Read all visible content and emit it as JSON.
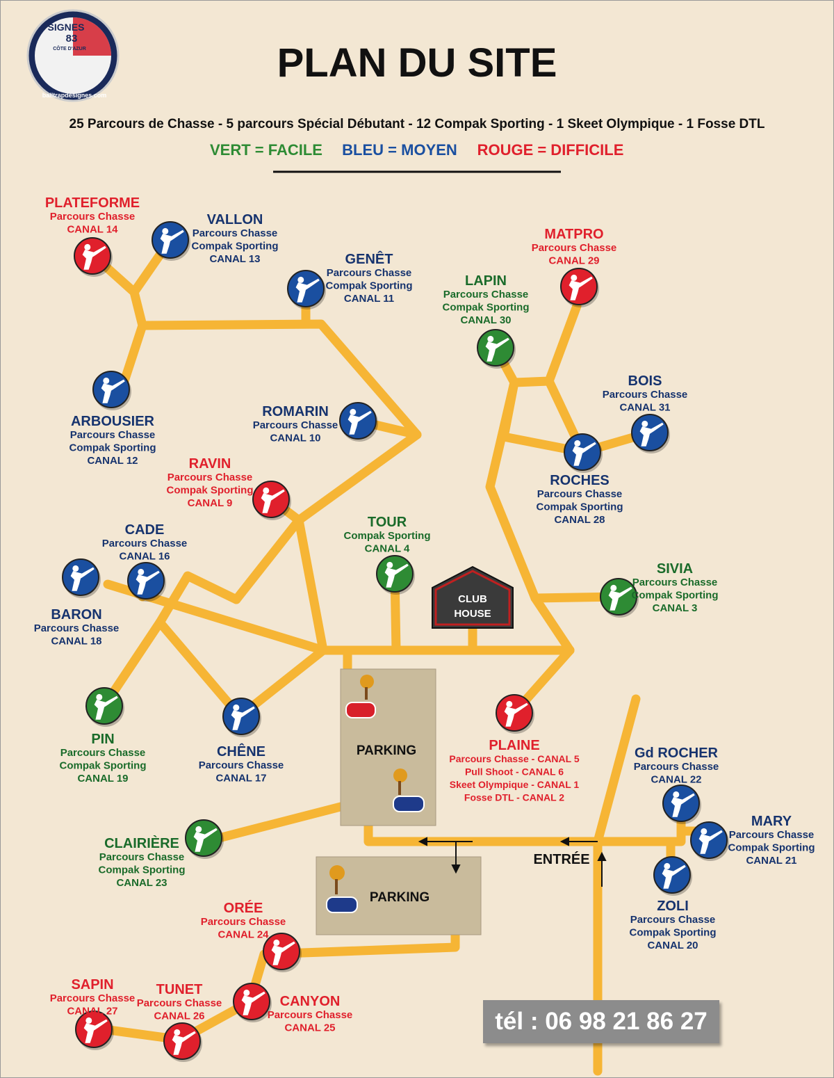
{
  "title": "PLAN DU SITE",
  "subtitle": "25 Parcours de Chasse - 5 parcours Spécial Débutant -  12 Compak Sporting - 1 Skeet Olympique - 1 Fosse DTL",
  "legend": {
    "easy": "VERT = FACILE",
    "medium": "BLEU = MOYEN",
    "hard": "ROUGE = DIFFICILE",
    "colors": {
      "green": "#2e8b34",
      "blue": "#1a4fa0",
      "red": "#e0202c"
    }
  },
  "logo": {
    "line1": "SIGNES",
    "line2": "83",
    "line3": "CÔTE D'AZUR",
    "url": "balltrapdesignes.com"
  },
  "club_house": {
    "line1": "CLUB",
    "line2": "HOUSE"
  },
  "parking": [
    "PARKING",
    "PARKING"
  ],
  "entrance": "ENTRÉE",
  "phone": "tél : 06 98 21 86 27",
  "stations": [
    {
      "name": "PLATEFORME",
      "difficulty": "red",
      "lines": [
        "Parcours Chasse",
        "CANAL 14"
      ]
    },
    {
      "name": "VALLON",
      "difficulty": "blue",
      "lines": [
        "Parcours Chasse",
        "Compak Sporting",
        "CANAL 13"
      ]
    },
    {
      "name": "GENÊT",
      "difficulty": "blue",
      "lines": [
        "Parcours Chasse",
        "Compak Sporting",
        "CANAL 11"
      ]
    },
    {
      "name": "LAPIN",
      "difficulty": "green",
      "lines": [
        "Parcours Chasse",
        "Compak Sporting",
        "CANAL 30"
      ]
    },
    {
      "name": "MATPRO",
      "difficulty": "red",
      "lines": [
        "Parcours Chasse",
        "CANAL 29"
      ]
    },
    {
      "name": "ARBOUSIER",
      "difficulty": "blue",
      "lines": [
        "Parcours Chasse",
        "Compak Sporting",
        "CANAL 12"
      ]
    },
    {
      "name": "ROMARIN",
      "difficulty": "blue",
      "lines": [
        "Parcours Chasse",
        "CANAL 10"
      ]
    },
    {
      "name": "BOIS",
      "difficulty": "blue",
      "lines": [
        "Parcours Chasse",
        "CANAL 31"
      ]
    },
    {
      "name": "ROCHES",
      "difficulty": "blue",
      "lines": [
        "Parcours Chasse",
        "Compak Sporting",
        "CANAL 28"
      ]
    },
    {
      "name": "RAVIN",
      "difficulty": "red",
      "lines": [
        "Parcours Chasse",
        "Compak Sporting",
        "CANAL 9"
      ]
    },
    {
      "name": "CADE",
      "difficulty": "blue",
      "lines": [
        "Parcours Chasse",
        "CANAL 16"
      ]
    },
    {
      "name": "TOUR",
      "difficulty": "green",
      "lines": [
        "Compak Sporting",
        "CANAL 4"
      ]
    },
    {
      "name": "SIVIA",
      "difficulty": "green",
      "lines": [
        "Parcours Chasse",
        "Compak Sporting",
        "CANAL 3"
      ]
    },
    {
      "name": "BARON",
      "difficulty": "blue",
      "lines": [
        "Parcours Chasse",
        "CANAL 18"
      ]
    },
    {
      "name": "PIN",
      "difficulty": "green",
      "lines": [
        "Parcours Chasse",
        "Compak Sporting",
        "CANAL 19"
      ]
    },
    {
      "name": "CHÊNE",
      "difficulty": "blue",
      "lines": [
        "Parcours Chasse",
        "CANAL 17"
      ]
    },
    {
      "name": "PLAINE",
      "difficulty": "red",
      "lines": [
        "Parcours Chasse - CANAL 5",
        "Pull Shoot - CANAL 6",
        "Skeet Olympique - CANAL 1",
        "Fosse DTL - CANAL 2"
      ]
    },
    {
      "name": "Gd ROCHER",
      "difficulty": "blue",
      "lines": [
        "Parcours Chasse",
        "CANAL 22"
      ]
    },
    {
      "name": "MARY",
      "difficulty": "blue",
      "lines": [
        "Parcours Chasse",
        "Compak Sporting",
        "CANAL 21"
      ]
    },
    {
      "name": "ZOLI",
      "difficulty": "blue",
      "lines": [
        "Parcours Chasse",
        "Compak Sporting",
        "CANAL 20"
      ]
    },
    {
      "name": "CLAIRIÈRE",
      "difficulty": "green",
      "lines": [
        "Parcours Chasse",
        "Compak Sporting",
        "CANAL 23"
      ]
    },
    {
      "name": "ORÉE",
      "difficulty": "red",
      "lines": [
        "Parcours Chasse",
        "CANAL 24"
      ]
    },
    {
      "name": "SAPIN",
      "difficulty": "red",
      "lines": [
        "Parcours Chasse",
        "CANAL 27"
      ]
    },
    {
      "name": "TUNET",
      "difficulty": "red",
      "lines": [
        "Parcours Chasse",
        "CANAL 26"
      ]
    },
    {
      "name": "CANYON",
      "difficulty": "red",
      "lines": [
        "Parcours Chasse",
        "CANAL 25"
      ]
    }
  ]
}
